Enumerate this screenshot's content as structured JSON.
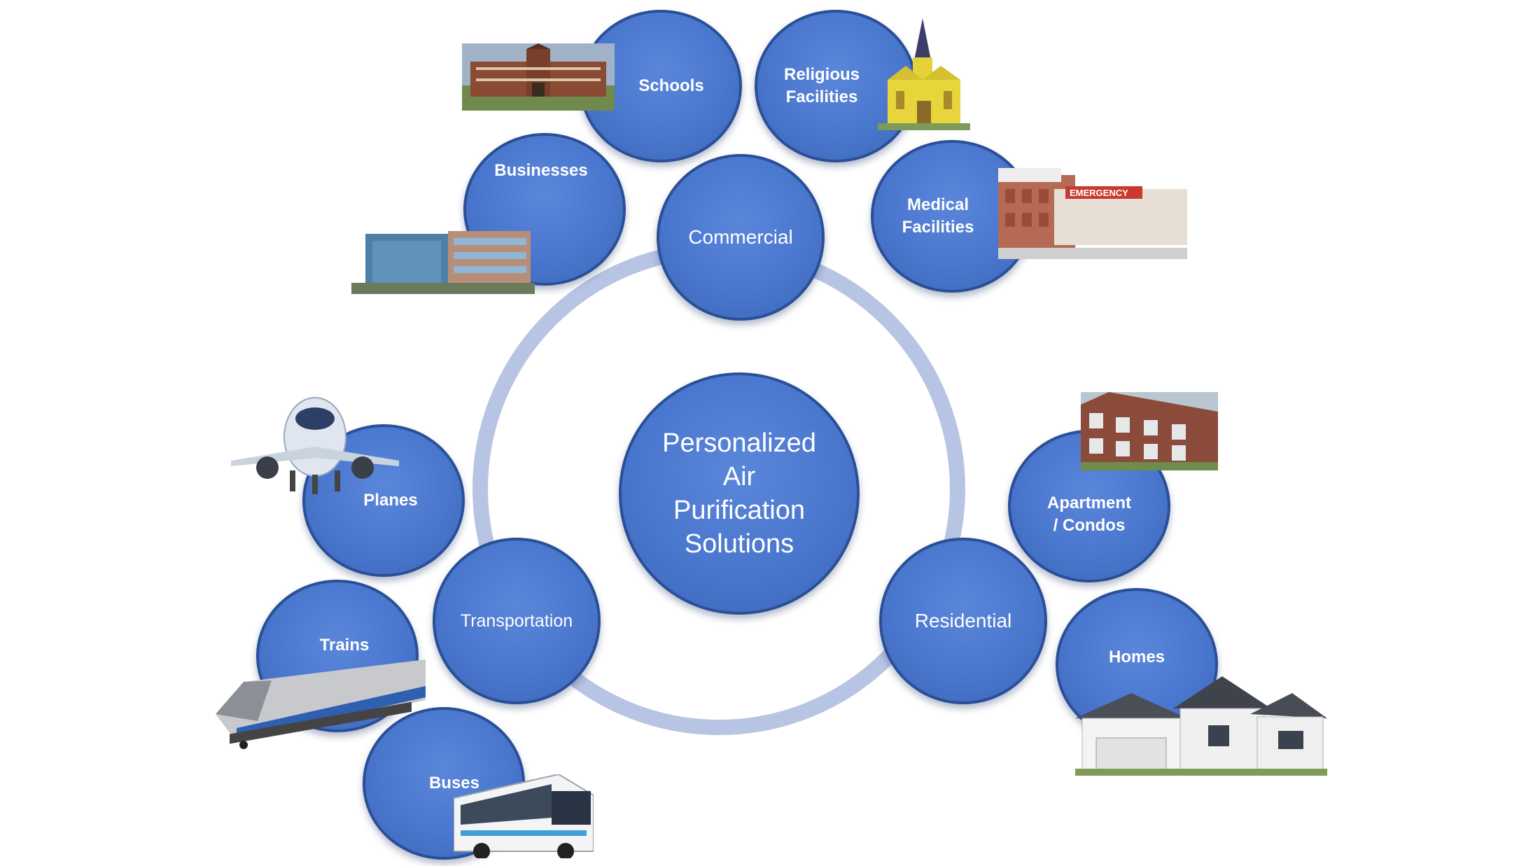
{
  "center": {
    "label": "Personalized\nAir\nPurification\nSolutions"
  },
  "categories": {
    "commercial": "Commercial",
    "transportation": "Transportation",
    "residential": "Residential"
  },
  "leaves": {
    "schools": "Schools",
    "religious": "Religious\nFacilities",
    "businesses": "Businesses",
    "medical": "Medical\nFacilities",
    "planes": "Planes",
    "trains": "Trains",
    "buses": "Buses",
    "apartments": "Apartment\n/ Condos",
    "homes": "Homes"
  },
  "colors": {
    "circle_fill": "#4a77ce",
    "circle_border": "#2a4f96",
    "ring": "#b7c4e3",
    "text": "#ffffff"
  }
}
